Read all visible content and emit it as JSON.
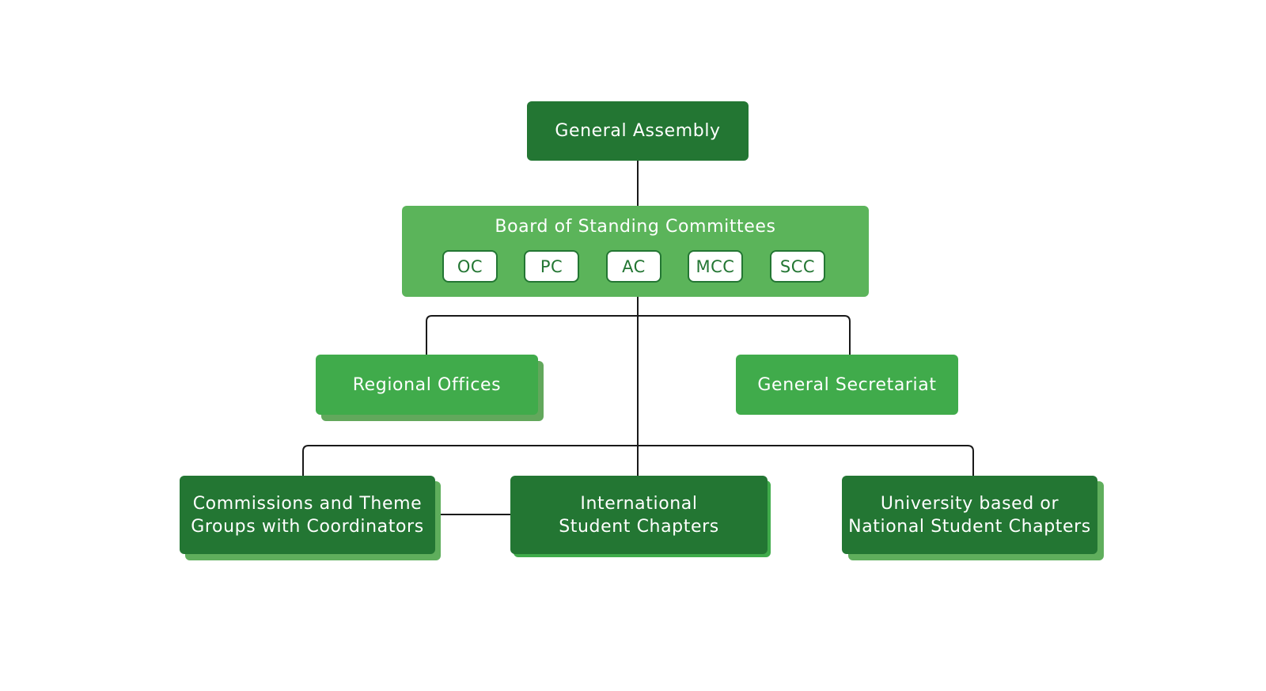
{
  "diagram": {
    "nodes": {
      "general_assembly": {
        "label": "General Assembly"
      },
      "board": {
        "title": "Board of Standing Committees",
        "committees": [
          "OC",
          "PC",
          "AC",
          "MCC",
          "SCC"
        ]
      },
      "regional_offices": {
        "label": "Regional Offices"
      },
      "general_secretariat": {
        "label": "General Secretariat"
      },
      "commissions": {
        "lines": [
          "Commissions and Theme",
          "Groups with Coordinators"
        ]
      },
      "international_chapters": {
        "lines": [
          "International",
          "Student Chapters"
        ]
      },
      "university_chapters": {
        "lines": [
          "University based or",
          "National Student Chapters"
        ]
      }
    },
    "edges": [
      [
        "general_assembly",
        "board"
      ],
      [
        "board",
        "regional_offices"
      ],
      [
        "board",
        "general_secretariat"
      ],
      [
        "board",
        "commissions"
      ],
      [
        "board",
        "international_chapters"
      ],
      [
        "board",
        "university_chapters"
      ],
      [
        "commissions",
        "international_chapters"
      ]
    ],
    "colors": {
      "dark_green": "#237633",
      "medium_green": "#40ab4b",
      "light_green": "#5bb45a",
      "white": "#ffffff",
      "line": "#1a1a1a"
    }
  }
}
